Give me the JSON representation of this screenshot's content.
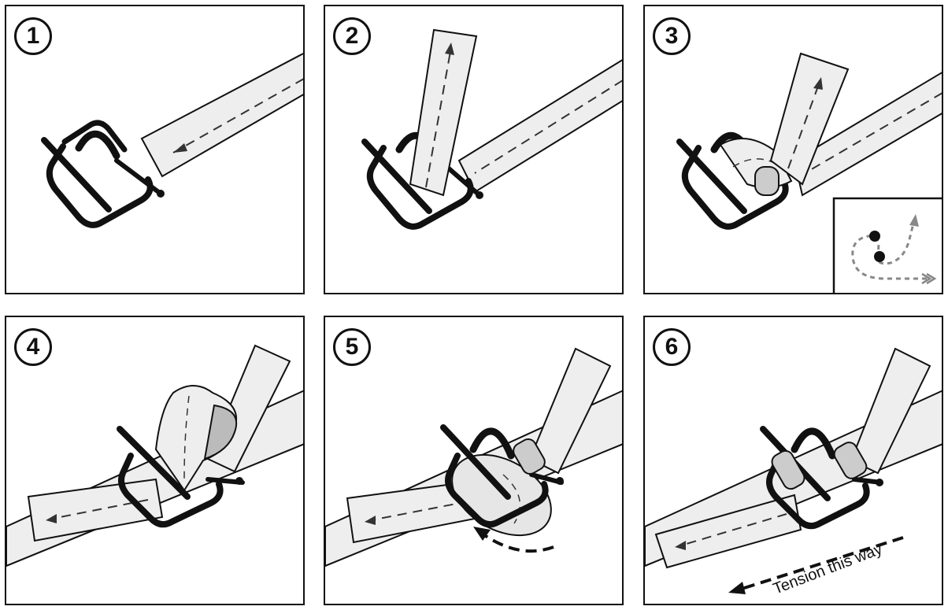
{
  "steps": [
    {
      "number": "1"
    },
    {
      "number": "2"
    },
    {
      "number": "3"
    },
    {
      "number": "4"
    },
    {
      "number": "5"
    },
    {
      "number": "6"
    }
  ],
  "tension_label": "Tension this way",
  "colors": {
    "outline": "#111111",
    "strap": "#eeeeee",
    "arrow": "#333333",
    "inset_arrow": "#888888"
  }
}
